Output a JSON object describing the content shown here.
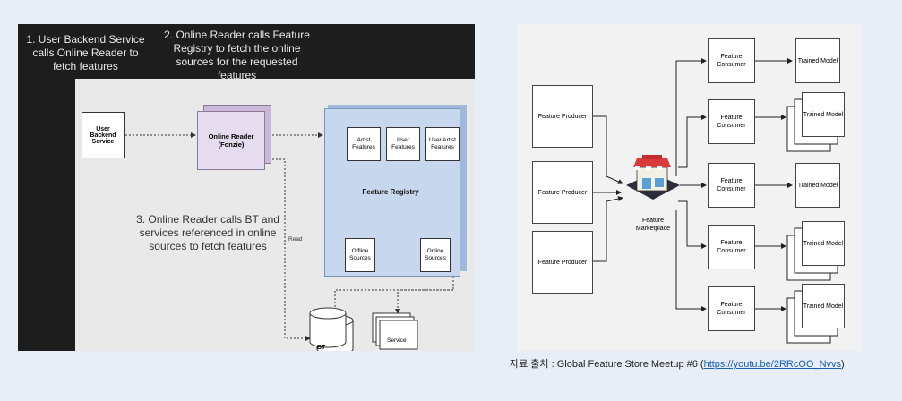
{
  "left_slide": {
    "caption1": "1. User Backend Service calls Online Reader to fetch features",
    "caption2": "2. Online Reader calls Feature Registry to fetch the online sources for the requested features",
    "caption3": "3. Online Reader calls BT and services referenced in online sources to fetch features",
    "user_backend": "User Backend Service",
    "online_reader": "Online Reader (Fonzie)",
    "registry": "Feature Registry",
    "artist_features": "Artist Features",
    "user_features": "User Features",
    "user_artist_features": "User Artist Features",
    "offline_sources": "Offline Sources",
    "online_sources": "Online Sources",
    "read_label": "Read",
    "bt": "BT",
    "service": "Service"
  },
  "right_diagram": {
    "producers": [
      "Feature Producer",
      "Feature Producer",
      "Feature Producer"
    ],
    "marketplace": "Feature Marketplace",
    "consumers": [
      "Feature Consumer",
      "Feature Consumer",
      "Feature Consumer",
      "Feature Consumer",
      "Feature Consumer"
    ],
    "models": [
      "Trained Model",
      "Trained Model",
      "Trained Model",
      "Trained Model",
      "Trained Model"
    ]
  },
  "source": {
    "prefix": "자료 출처 : Global Feature Store Meetup #6 (",
    "link": "https://youtu.be/2RRcOO_Nvvs",
    "suffix": ")"
  }
}
